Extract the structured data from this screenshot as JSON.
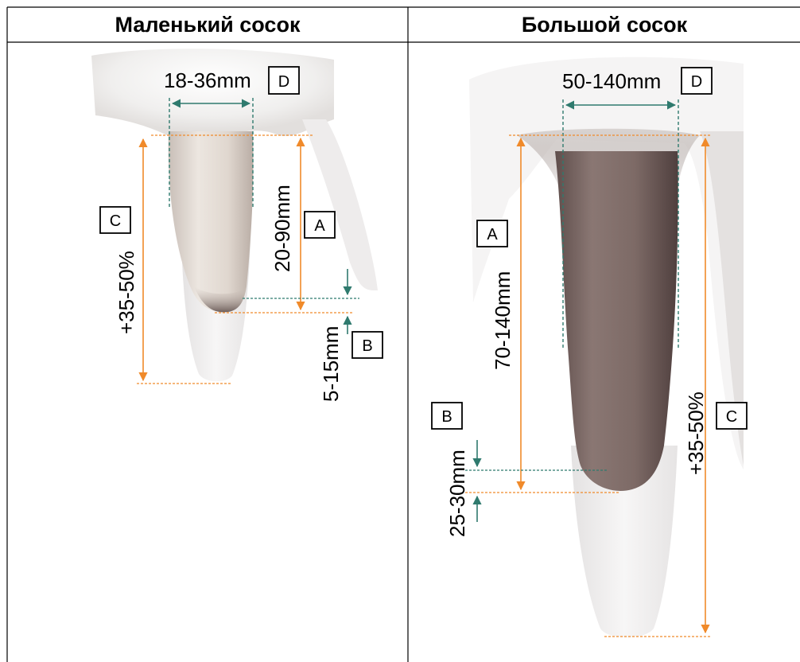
{
  "headers": {
    "left": "Маленький сосок",
    "right": "Большой сосок"
  },
  "small_teat": {
    "width_label": "18-36mm",
    "width_letter": "D",
    "length_label": "20-90mm",
    "length_letter": "A",
    "tip_label": "5-15mm",
    "tip_letter": "B",
    "extension_label": "+35-50%",
    "extension_letter": "C"
  },
  "large_teat": {
    "width_label": "50-140mm",
    "width_letter": "D",
    "length_label": "70-140mm",
    "length_letter": "A",
    "tip_label": "25-30mm",
    "tip_letter": "B",
    "extension_label": "+35-50%",
    "extension_letter": "C"
  },
  "colors": {
    "orange_dimension": "#f08a2a",
    "teal_dimension": "#2f7a6e",
    "border": "#000000"
  }
}
